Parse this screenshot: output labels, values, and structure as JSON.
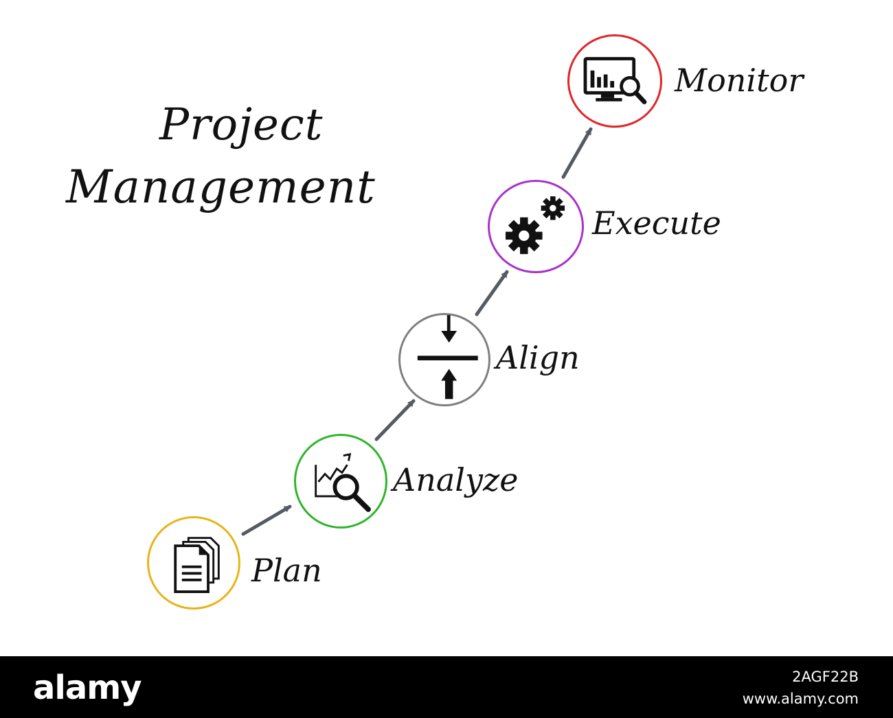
{
  "title": {
    "line1": "Project",
    "line2": "Management"
  },
  "steps": [
    {
      "label": "Plan",
      "icon": "documents-icon",
      "color": "#e8b417"
    },
    {
      "label": "Analyze",
      "icon": "chart-magnifier-icon",
      "color": "#2fb52a"
    },
    {
      "label": "Align",
      "icon": "align-center-icon",
      "color": "#7f7f7f"
    },
    {
      "label": "Execute",
      "icon": "gears-icon",
      "color": "#a832c9"
    },
    {
      "label": "Monitor",
      "icon": "monitor-search-icon",
      "color": "#e0262a"
    }
  ],
  "connector_color": "#555b63",
  "footer": {
    "logo": "alamy",
    "image_code": "2AGF22B",
    "url": "www.alamy.com"
  }
}
